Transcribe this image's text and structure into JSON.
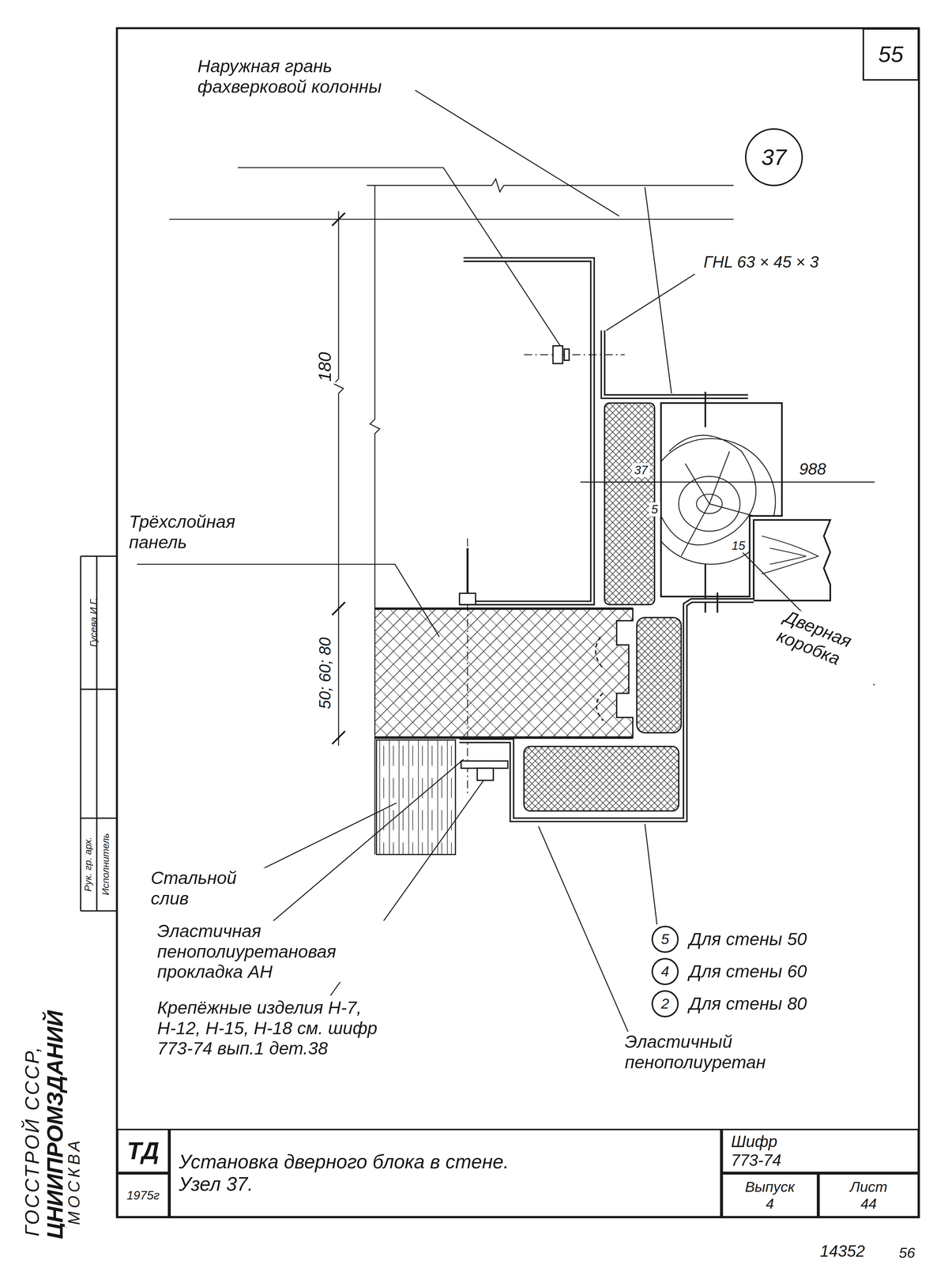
{
  "diagram": {
    "nodes": [
      {
        "text": [
          "55"
        ]
      },
      {
        "text": [
          "37"
        ]
      },
      {
        "text": [
          "5"
        ]
      },
      {
        "text": [
          "4"
        ]
      },
      {
        "text": [
          "2"
        ]
      },
      {
        "text": [
          "ТД"
        ]
      },
      {
        "text": [
          "1975г"
        ]
      },
      {
        "text": [
          "Установка дверного блока в стене. Узел 37."
        ]
      },
      {
        "text": [
          "Шифр 773-74"
        ]
      },
      {
        "text": [
          "Выпуск 4"
        ]
      },
      {
        "text": [
          "Лист 44"
        ]
      }
    ],
    "labels": [
      "Наружная грань фахверковой колонны",
      "ГНL 63 × 45 × 3",
      "180",
      "988",
      "37",
      "5",
      "15",
      "Трёхслойная панель",
      "50; 60; 80",
      "Дверная коробка",
      "Стальной слив",
      "Эластичная пенополиуретановая прокладка АН",
      "Крепёжные изделия Н-7, Н-12, Н-15, Н-18 см. шифр 773-74 вып.1 дет.38",
      "Для стены 50",
      "Для стены 60",
      "Для стены 80",
      "Эластичный пенополиуретан",
      "ГОССТРОЙ СССР,",
      "ЦНИИПРОМЗДАНИЙ",
      "МОСКВА",
      "Рук. гр. арх.",
      "Исполнитель",
      "Гусева И.Г.",
      "14352",
      "56"
    ]
  }
}
